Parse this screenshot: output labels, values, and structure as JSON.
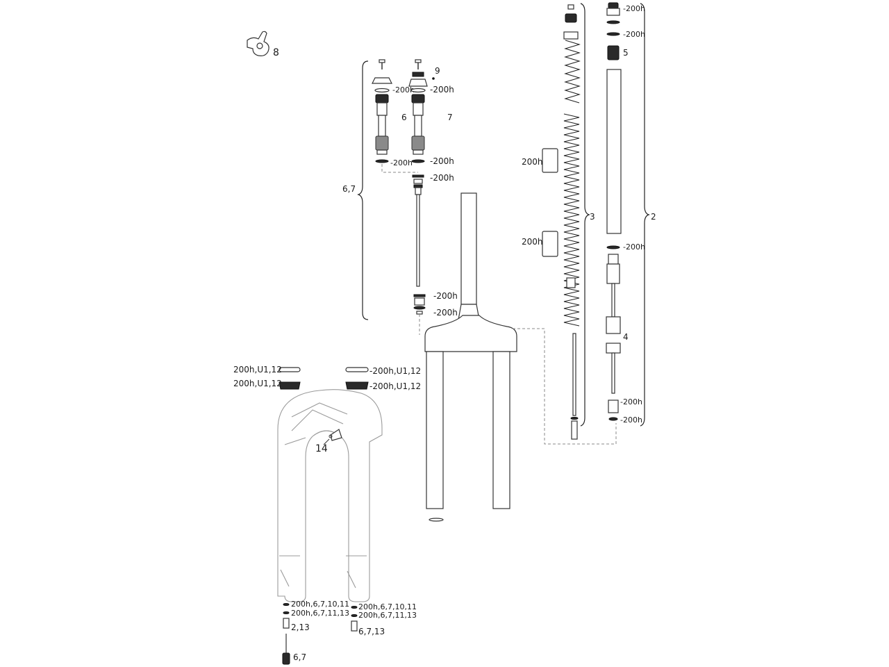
{
  "labels": {
    "lever_8": "8",
    "cartridge_9": "9",
    "cartridge_6": "6",
    "cartridge_7": "7",
    "group_67": "6,7",
    "l_200h_a": "-200h",
    "l_200h_b": "-200h",
    "l_200h_c": "-200h",
    "l_200h_d": "-200h",
    "l_200h_e": "-200h",
    "l_200h_f": "-200h",
    "l_200h_g": "-200h",
    "spacer_a": "200h",
    "spacer_b": "200h",
    "group_3": "3",
    "group_2": "2",
    "right_200h_1": "-200h",
    "right_200h_2": "-200h",
    "right_5": "5",
    "right_200h_3": "-200h",
    "right_4": "4",
    "right_200h_4": "-200h",
    "right_200h_5": "-200h",
    "seal_left_1": "200h,U1,12",
    "seal_left_2": "200h,U1,12",
    "seal_right_1": "-200h,U1,12",
    "seal_right_2": "-200h,U1,12",
    "part_14": "14",
    "bottom_left_1": "200h,6,7,10,11",
    "bottom_left_2": "200h,6,7,11,13",
    "bottom_left_3": "2,13",
    "bottom_left_4": "6,7",
    "bottom_right_1": "200h,6,7,10,11",
    "bottom_right_2": "200h,6,7,11,13",
    "bottom_right_3": "6,7,13"
  }
}
